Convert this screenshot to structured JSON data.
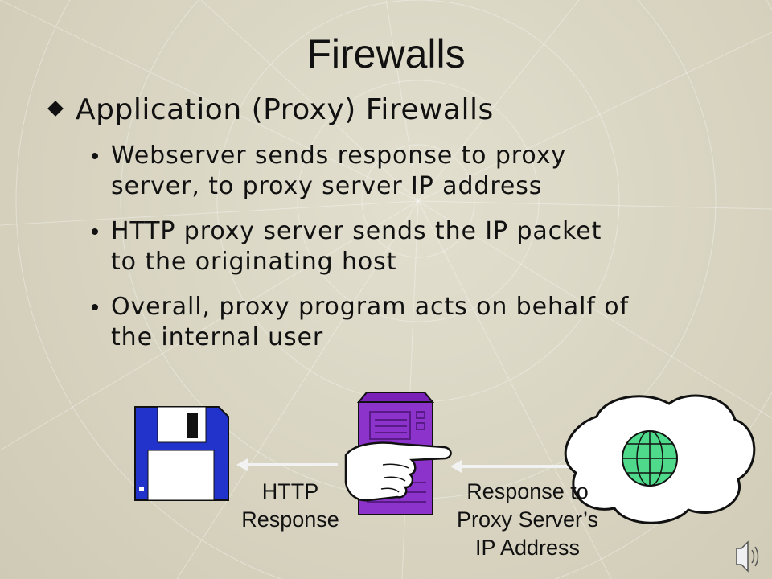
{
  "slide": {
    "title": "Firewalls",
    "heading": "Application (Proxy) Firewalls",
    "bullets": [
      {
        "line1": "Webserver sends response to proxy",
        "line2": "server, to proxy server IP address"
      },
      {
        "line1": "HTTP proxy server sends the IP packet",
        "line2": "to the originating host"
      },
      {
        "line1": "Overall, proxy program acts on behalf of",
        "line2": "the internal user"
      }
    ]
  },
  "diagram": {
    "left_label": {
      "line1": "HTTP",
      "line2": "Response"
    },
    "right_label": {
      "line1": "Response to",
      "line2": "Proxy Server’s",
      "line3": "IP Address"
    },
    "icons": [
      "floppy-disk-icon",
      "server-tower-icon",
      "pointing-hand-icon",
      "internet-cloud-icon",
      "globe-icon",
      "speaker-icon"
    ],
    "colors": {
      "floppy_blue": "#2233cc",
      "server_purple": "#8c33cc",
      "globe_green": "#4fd98a",
      "arrow_gray": "#f2f2f2",
      "background": "#d9d5c2"
    }
  }
}
